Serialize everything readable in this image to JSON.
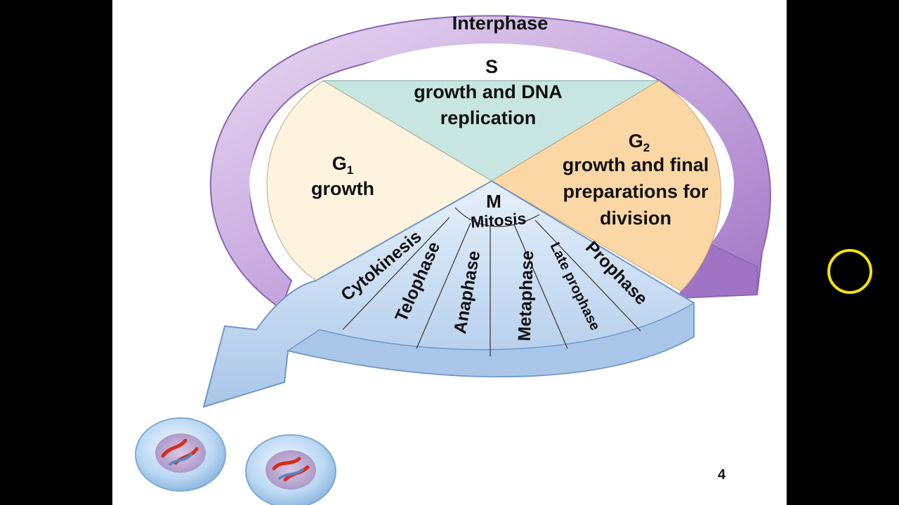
{
  "labels": {
    "interphase": "Interphase",
    "s_title": "S",
    "s_line1": "growth and DNA",
    "s_line2": "replication",
    "g1_letter": "G",
    "g1_sub": "1",
    "g1_desc": "growth",
    "g2_letter": "G",
    "g2_sub": "2",
    "g2_line1": "growth and final",
    "g2_line2": "preparations for",
    "g2_line3": "division",
    "m_title": "M",
    "mitosis": "Mitosis",
    "stages": {
      "cytokinesis": "Cytokinesis",
      "telophase": "Telophase",
      "anaphase": "Anaphase",
      "metaphase": "Metaphase",
      "late_prophase": "Late prophase",
      "prophase": "Prophase"
    }
  },
  "slide_number": "4",
  "colors": {
    "s_phase": "#c7e6e2",
    "g1_phase": "#fdf3df",
    "g2_phase": "#fcd7a6",
    "interphase_arrow": "#c9aee0",
    "mitosis_band": "#d9e7f7",
    "background": "#000000",
    "slide": "#ffffff",
    "cursor_ring": "#f5e400"
  }
}
